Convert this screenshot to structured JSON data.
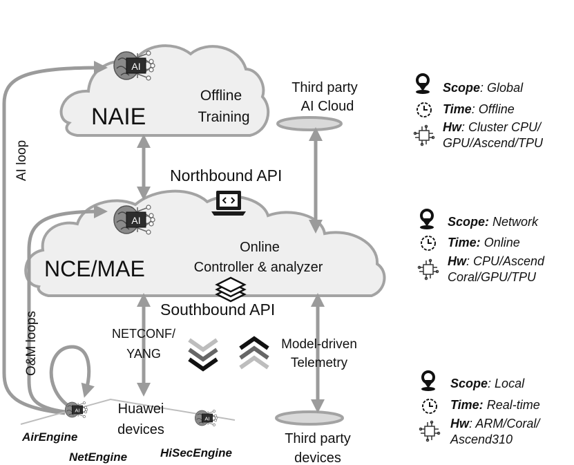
{
  "clouds": {
    "top": {
      "name": "NAIE",
      "caption_line1": "Offline",
      "caption_line2": "Training"
    },
    "middle": {
      "name": "NCE/MAE",
      "caption_line1": "Online",
      "caption_line2": "Controller & analyzer"
    }
  },
  "ai_badge": "AI",
  "third_party_cloud": {
    "line1": "Third party",
    "line2": "AI Cloud"
  },
  "third_party_devices": {
    "line1": "Third party",
    "line2": "devices"
  },
  "apis": {
    "northbound": "Northbound API",
    "southbound": "Southbound API"
  },
  "protocols": {
    "netconf_line1": "NETCONF/",
    "netconf_line2": "YANG",
    "telemetry_line1": "Model-driven",
    "telemetry_line2": "Telemetry"
  },
  "loops": {
    "ai": "AI loop",
    "om": "O&M loops"
  },
  "devices": {
    "center_line1": "Huawei",
    "center_line2": "devices",
    "air": "AirEngine",
    "net": "NetEngine",
    "hisec": "HiSecEngine"
  },
  "legend": [
    {
      "scope_label": "Scope",
      "scope_sep": ":",
      "scope_value": " Global",
      "time_label": "Time",
      "time_sep": ":",
      "time_value": "  Offline",
      "hw_label": "Hw",
      "hw_sep": ":",
      "hw_line1": " Cluster CPU/",
      "hw_line2": "GPU/Ascend/TPU"
    },
    {
      "scope_label": "Scope:",
      "scope_sep": "",
      "scope_value": " Network",
      "time_label": "Time:",
      "time_sep": "",
      "time_value": "  Online",
      "hw_label": "Hw",
      "hw_sep": ":",
      "hw_line1": "  CPU/Ascend",
      "hw_line2": "Coral/GPU/TPU"
    },
    {
      "scope_label": "Scope",
      "scope_sep": ":",
      "scope_value": " Local",
      "time_label": "Time:",
      "time_sep": "",
      "time_value": "  Real-time",
      "hw_label": "Hw",
      "hw_sep": ":",
      "hw_line1": " ARM/Coral/",
      "hw_line2": "Ascend310"
    }
  ]
}
